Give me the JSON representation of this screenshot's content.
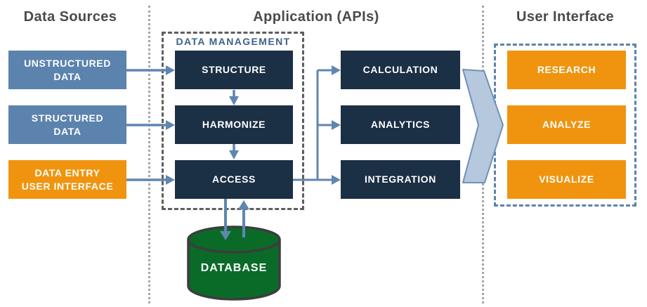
{
  "headers": {
    "data_sources": "Data Sources",
    "application": "Application (APIs)",
    "user_interface": "User Interface"
  },
  "sources": {
    "items": [
      {
        "label": "UNSTRUCTURED\nDATA"
      },
      {
        "label": "STRUCTURED\nDATA"
      },
      {
        "label": "DATA ENTRY\nUSER INTERFACE"
      }
    ]
  },
  "data_management": {
    "label": "DATA MANAGEMENT",
    "steps": [
      {
        "label": "STRUCTURE"
      },
      {
        "label": "HARMONIZE"
      },
      {
        "label": "ACCESS"
      }
    ]
  },
  "api_services": {
    "items": [
      {
        "label": "CALCULATION"
      },
      {
        "label": "ANALYTICS"
      },
      {
        "label": "INTEGRATION"
      }
    ]
  },
  "database": {
    "label": "DATABASE"
  },
  "ui_panel": {
    "items": [
      {
        "label": "RESEARCH"
      },
      {
        "label": "ANALYZE"
      },
      {
        "label": "VISUALIZE"
      }
    ]
  },
  "colors": {
    "source_blue": "#5b83ad",
    "accent_orange": "#f0940f",
    "box_navy": "#1b2f45",
    "database_green": "#0a6b29",
    "arrow_blue": "#5f86b0",
    "chevron_fill": "#b5c8de",
    "chevron_stroke": "#7191b8",
    "dashed_gray": "#5e5e5e",
    "dashed_blue": "#5b83ad",
    "management_label_blue": "#3d6289",
    "header_gray": "#4a4a4a"
  }
}
